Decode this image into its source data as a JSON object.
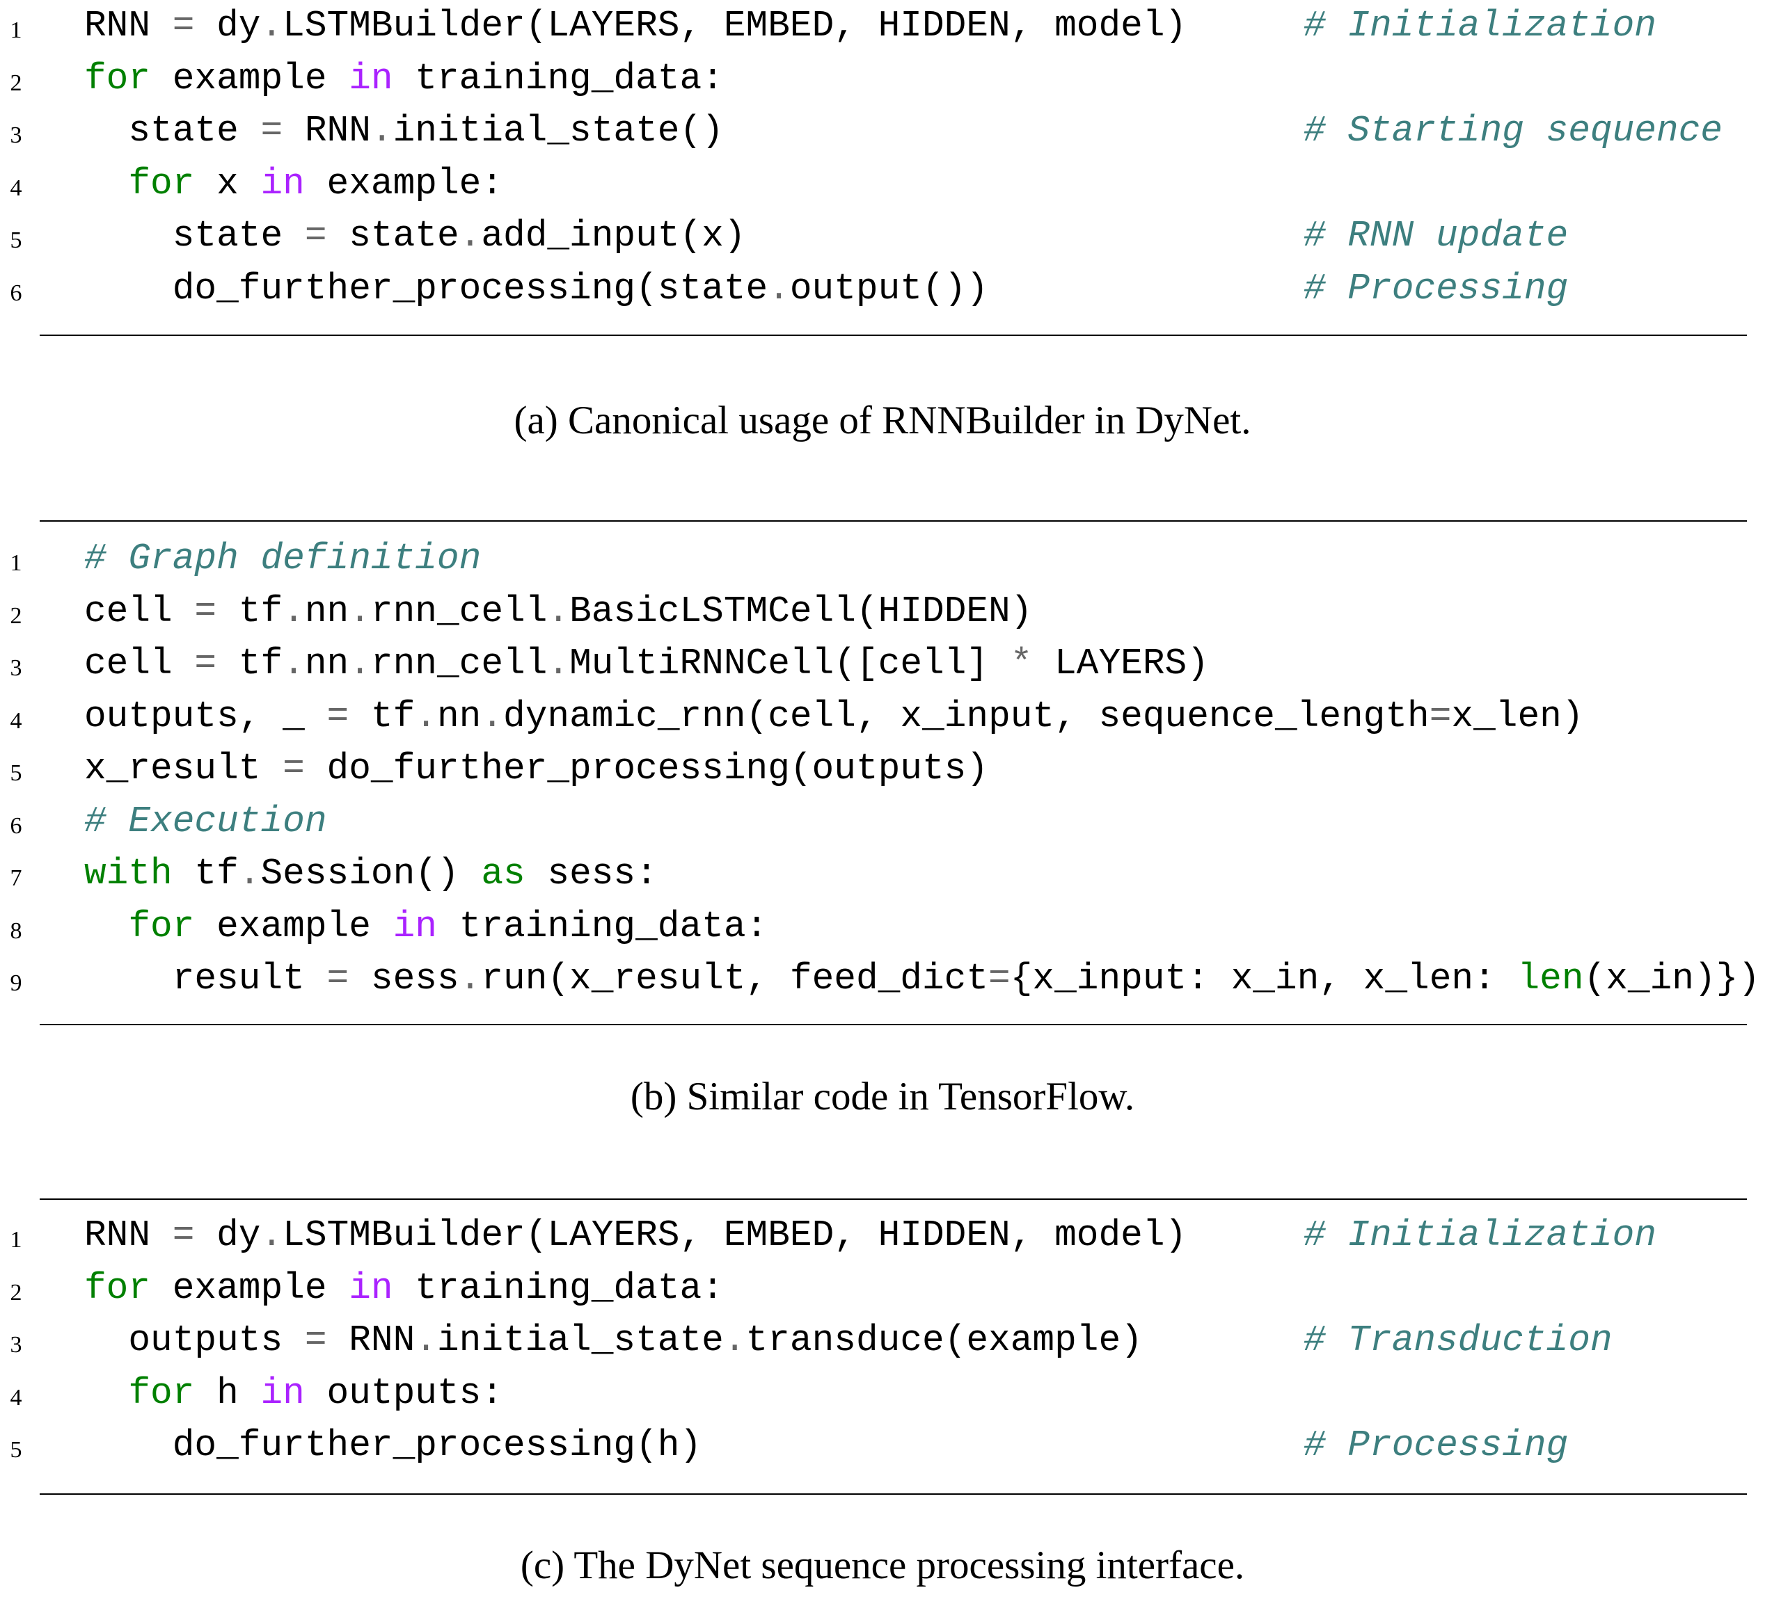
{
  "colors": {
    "keyword": "#008000",
    "in_keyword": "#aa22ff",
    "operator": "#666666",
    "comment": "#3d7f7f"
  },
  "snippets": [
    {
      "id": "a",
      "caption": "(a) Canonical usage of RNNBuilder in DyNet.",
      "lines": [
        {
          "num": "1",
          "tokens": [
            [
              "RNN ",
              ""
            ],
            [
              "=",
              "op"
            ],
            [
              " dy",
              ""
            ],
            [
              ".",
              "op"
            ],
            [
              "LSTMBuilder(LAYERS, EMBED, HIDDEN, model)",
              ""
            ]
          ],
          "comment": "# Initialization"
        },
        {
          "num": "2",
          "tokens": [
            [
              "for",
              "kw"
            ],
            [
              " example ",
              ""
            ],
            [
              "in",
              "in"
            ],
            [
              " training_data:",
              ""
            ]
          ],
          "comment": ""
        },
        {
          "num": "3",
          "tokens": [
            [
              "  state ",
              ""
            ],
            [
              "=",
              "op"
            ],
            [
              " RNN",
              ""
            ],
            [
              ".",
              "op"
            ],
            [
              "initial_state()",
              ""
            ]
          ],
          "comment": "# Starting sequence"
        },
        {
          "num": "4",
          "tokens": [
            [
              "  ",
              ""
            ],
            [
              "for",
              "kw"
            ],
            [
              " x ",
              ""
            ],
            [
              "in",
              "in"
            ],
            [
              " example:",
              ""
            ]
          ],
          "comment": ""
        },
        {
          "num": "5",
          "tokens": [
            [
              "    state ",
              ""
            ],
            [
              "=",
              "op"
            ],
            [
              " state",
              ""
            ],
            [
              ".",
              "op"
            ],
            [
              "add_input(x)",
              ""
            ]
          ],
          "comment": "# RNN update"
        },
        {
          "num": "6",
          "tokens": [
            [
              "    do_further_processing(state",
              ""
            ],
            [
              ".",
              "op"
            ],
            [
              "output())",
              ""
            ]
          ],
          "comment": "# Processing"
        }
      ]
    },
    {
      "id": "b",
      "caption": "(b) Similar code in TensorFlow.",
      "lines": [
        {
          "num": "1",
          "tokens": [
            [
              "# Graph definition",
              "cm"
            ]
          ],
          "comment": ""
        },
        {
          "num": "2",
          "tokens": [
            [
              "cell ",
              ""
            ],
            [
              "=",
              "op"
            ],
            [
              " tf",
              ""
            ],
            [
              ".",
              "op"
            ],
            [
              "nn",
              ""
            ],
            [
              ".",
              "op"
            ],
            [
              "rnn_cell",
              ""
            ],
            [
              ".",
              "op"
            ],
            [
              "BasicLSTMCell(HIDDEN)",
              ""
            ]
          ],
          "comment": ""
        },
        {
          "num": "3",
          "tokens": [
            [
              "cell ",
              ""
            ],
            [
              "=",
              "op"
            ],
            [
              " tf",
              ""
            ],
            [
              ".",
              "op"
            ],
            [
              "nn",
              ""
            ],
            [
              ".",
              "op"
            ],
            [
              "rnn_cell",
              ""
            ],
            [
              ".",
              "op"
            ],
            [
              "MultiRNNCell([cell] ",
              ""
            ],
            [
              "*",
              "op"
            ],
            [
              " LAYERS)",
              ""
            ]
          ],
          "comment": ""
        },
        {
          "num": "4",
          "tokens": [
            [
              "outputs, _ ",
              ""
            ],
            [
              "=",
              "op"
            ],
            [
              " tf",
              ""
            ],
            [
              ".",
              "op"
            ],
            [
              "nn",
              ""
            ],
            [
              ".",
              "op"
            ],
            [
              "dynamic_rnn(cell, x_input, sequence_length",
              ""
            ],
            [
              "=",
              "op"
            ],
            [
              "x_len)",
              ""
            ]
          ],
          "comment": ""
        },
        {
          "num": "5",
          "tokens": [
            [
              "x_result ",
              ""
            ],
            [
              "=",
              "op"
            ],
            [
              " do_further_processing(outputs)",
              ""
            ]
          ],
          "comment": ""
        },
        {
          "num": "6",
          "tokens": [
            [
              "# Execution",
              "cm"
            ]
          ],
          "comment": ""
        },
        {
          "num": "7",
          "tokens": [
            [
              "with",
              "kw"
            ],
            [
              " tf",
              ""
            ],
            [
              ".",
              "op"
            ],
            [
              "Session() ",
              ""
            ],
            [
              "as",
              "kw"
            ],
            [
              " sess:",
              ""
            ]
          ],
          "comment": ""
        },
        {
          "num": "8",
          "tokens": [
            [
              "  ",
              ""
            ],
            [
              "for",
              "kw"
            ],
            [
              " example ",
              ""
            ],
            [
              "in",
              "in"
            ],
            [
              " training_data:",
              ""
            ]
          ],
          "comment": ""
        },
        {
          "num": "9",
          "tokens": [
            [
              "    result ",
              ""
            ],
            [
              "=",
              "op"
            ],
            [
              " sess",
              ""
            ],
            [
              ".",
              "op"
            ],
            [
              "run(x_result, feed_dict",
              ""
            ],
            [
              "=",
              "op"
            ],
            [
              "{x_input: x_in, x_len: ",
              ""
            ],
            [
              "len",
              "bi"
            ],
            [
              "(x_in)})",
              ""
            ]
          ],
          "comment": ""
        }
      ]
    },
    {
      "id": "c",
      "caption": "(c) The DyNet sequence processing interface.",
      "lines": [
        {
          "num": "1",
          "tokens": [
            [
              "RNN ",
              ""
            ],
            [
              "=",
              "op"
            ],
            [
              " dy",
              ""
            ],
            [
              ".",
              "op"
            ],
            [
              "LSTMBuilder(LAYERS, EMBED, HIDDEN, model)",
              ""
            ]
          ],
          "comment": "# Initialization"
        },
        {
          "num": "2",
          "tokens": [
            [
              "for",
              "kw"
            ],
            [
              " example ",
              ""
            ],
            [
              "in",
              "in"
            ],
            [
              " training_data:",
              ""
            ]
          ],
          "comment": ""
        },
        {
          "num": "3",
          "tokens": [
            [
              "  outputs ",
              ""
            ],
            [
              "=",
              "op"
            ],
            [
              " RNN",
              ""
            ],
            [
              ".",
              "op"
            ],
            [
              "initial_state",
              ""
            ],
            [
              ".",
              "op"
            ],
            [
              "transduce(example)",
              ""
            ]
          ],
          "comment": "# Transduction"
        },
        {
          "num": "4",
          "tokens": [
            [
              "  ",
              ""
            ],
            [
              "for",
              "kw"
            ],
            [
              " h ",
              ""
            ],
            [
              "in",
              "in"
            ],
            [
              " outputs:",
              ""
            ]
          ],
          "comment": ""
        },
        {
          "num": "5",
          "tokens": [
            [
              "    do_further_processing(h)",
              ""
            ]
          ],
          "comment": "# Processing"
        }
      ]
    }
  ]
}
